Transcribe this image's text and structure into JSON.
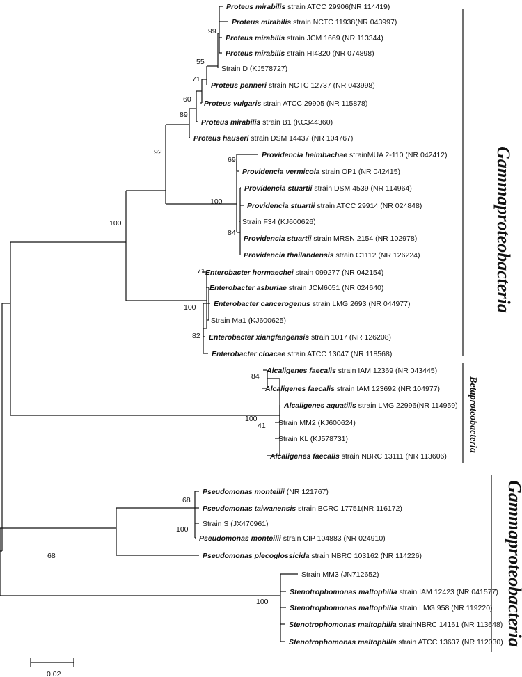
{
  "leaves": [
    {
      "id": "pm1",
      "species": "Proteus mirabilis",
      "rest": " strain ATCC 29906(NR 114419)"
    },
    {
      "id": "pm2",
      "species": "Proteus mirabilis",
      "rest": " strain NCTC 11938(NR 043997)"
    },
    {
      "id": "pm3",
      "species": "Proteus mirabilis",
      "rest": " strain JCM 1669 (NR 113344)"
    },
    {
      "id": "pm4",
      "species": "Proteus mirabilis",
      "rest": " strain HI4320 (NR 074898)"
    },
    {
      "id": "sd",
      "species": "",
      "rest": "Strain D (KJ578727)"
    },
    {
      "id": "pp",
      "species": "Proteus penneri",
      "rest": " strain NCTC 12737 (NR 043998)"
    },
    {
      "id": "pv",
      "species": "Proteus vulgaris",
      "rest": " strain ATCC 29905 (NR 115878)"
    },
    {
      "id": "pmb1",
      "species": "Proteus mirabilis",
      "rest": " strain B1 (KC344360)"
    },
    {
      "id": "ph",
      "species": "Proteus hauseri",
      "rest": " strain DSM 14437 (NR 104767)"
    },
    {
      "id": "prh",
      "species": "Providencia heimbachae",
      "rest": " strainMUA 2-110 (NR 042412)"
    },
    {
      "id": "prv",
      "species": "Providencia vermicola",
      "rest": " strain OP1 (NR 042415)"
    },
    {
      "id": "prs1",
      "species": "Providencia stuartii",
      "rest": " strain DSM 4539 (NR 114964)"
    },
    {
      "id": "prs2",
      "species": "Providencia stuartii",
      "rest": " strain  ATCC 29914 (NR 024848)"
    },
    {
      "id": "f34",
      "species": "",
      "rest": "Strain F34 (KJ600626)"
    },
    {
      "id": "prs3",
      "species": "Providencia stuartii",
      "rest": " strain MRSN 2154 (NR 102978)"
    },
    {
      "id": "prt",
      "species": "Providencia thailandensis",
      "rest": " strain C1112 (NR 126224)"
    },
    {
      "id": "eh",
      "species": "Enterobacter hormaechei",
      "rest": " strain 099277 (NR 042154)"
    },
    {
      "id": "ea",
      "species": "Enterobacter asburiae",
      "rest": " strain JCM6051 (NR 024640)"
    },
    {
      "id": "ec",
      "species": "Enterobacter cancerogenus",
      "rest": " strain LMG 2693 (NR 044977)"
    },
    {
      "id": "ma1",
      "species": "",
      "rest": "Strain Ma1 (KJ600625)"
    },
    {
      "id": "ex",
      "species": "Enterobacter xiangfangensis",
      "rest": " strain 1017 (NR 126208)"
    },
    {
      "id": "ecl",
      "species": "Enterobacter cloacae",
      "rest": " strain ATCC 13047 (NR 118568)"
    },
    {
      "id": "af1",
      "species": "Alcaligenes faecalis",
      "rest": " strain IAM 12369 (NR 043445)"
    },
    {
      "id": "af2",
      "species": "Alcaligenes faecalis",
      "rest": " strain IAM 123692 (NR 104977)"
    },
    {
      "id": "aa",
      "species": "Alcaligenes aquatilis",
      "rest": " strain LMG 22996(NR 114959)"
    },
    {
      "id": "mm2",
      "species": "",
      "rest": "Strain MM2 (KJ600624)"
    },
    {
      "id": "kl",
      "species": "",
      "rest": "Strain KL (KJ578731)"
    },
    {
      "id": "af3",
      "species": "Alcaligenes faecalis",
      "rest": " strain NBRC 13111 (NR 113606)"
    },
    {
      "id": "psm",
      "species": "Pseudomonas monteilii",
      "rest": " (NR 121767)"
    },
    {
      "id": "pst",
      "species": "Pseudomonas taiwanensis",
      "rest": " strain BCRC 17751(NR 116172)"
    },
    {
      "id": "ss",
      "species": "",
      "rest": "Strain S (JX470961)"
    },
    {
      "id": "psm2",
      "species": "Pseudomonas monteilii",
      "rest": " strain CIP 104883 (NR 024910)"
    },
    {
      "id": "psp",
      "species": "Pseudomonas plecoglossicida",
      "rest": " strain NBRC 103162 (NR 114226)"
    },
    {
      "id": "mm3",
      "species": "",
      "rest": "Strain MM3 (JN712652)"
    },
    {
      "id": "sm1",
      "species": "Stenotrophomonas maltophilia",
      "rest": " strain IAM 12423 (NR 041577)"
    },
    {
      "id": "sm2",
      "species": "Stenotrophomonas maltophilia",
      "rest": " strain LMG 958 (NR 119220)"
    },
    {
      "id": "sm3",
      "species": "Stenotrophomonas maltophilia",
      "rest": " strainNBRC 14161 (NR 113648)"
    },
    {
      "id": "sm4",
      "species": "Stenotrophomonas maltophilia",
      "rest": " strain ATCC 13637 (NR 112030)"
    }
  ],
  "bootstrap": [
    "99",
    "55",
    "71",
    "60",
    "89",
    "92",
    "100",
    "69",
    "100",
    "84",
    "71",
    "100",
    "82",
    "84",
    "100",
    "41",
    "68",
    "100",
    "68",
    "100"
  ],
  "groups": [
    "Gammaproteobacteria",
    "Betaproteobacteria",
    "Gammaproteobacteria"
  ],
  "scale_label": "0.02"
}
